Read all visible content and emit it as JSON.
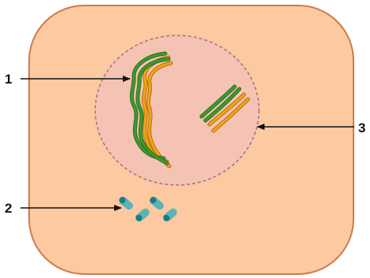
{
  "labels": [
    {
      "id": "1",
      "text": "1",
      "target": "chromosome-pair-large"
    },
    {
      "id": "2",
      "text": "2",
      "target": "centrioles"
    },
    {
      "id": "3",
      "text": "3",
      "target": "nuclear-envelope"
    }
  ],
  "colors": {
    "cytoplasm_fill": "#fcc9a0",
    "cell_membrane": "#d07a48",
    "nucleus_fill": "#f4c3b4",
    "nuclear_envelope": "#a86d80",
    "chromatid_green": "#3f9a2d",
    "chromatid_green_dark": "#2e6f1f",
    "chromatid_orange": "#f4a21c",
    "chromatid_orange_dark": "#b57208",
    "centriole_light": "#5bb3b5",
    "centriole_dark": "#1b7b84",
    "pointer": "#111111"
  }
}
